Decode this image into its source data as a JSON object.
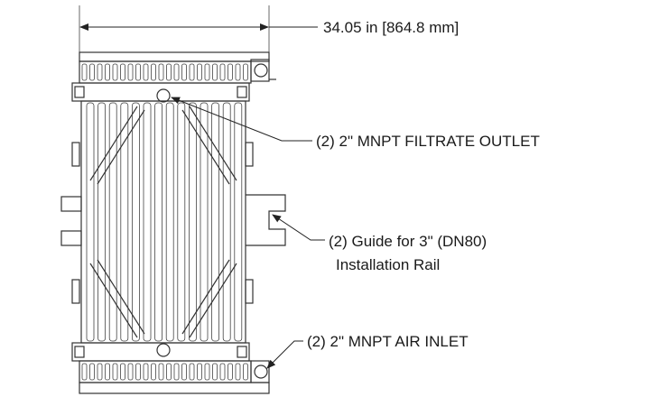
{
  "dimension": {
    "overall_width": "34.05 in [864.8 mm]"
  },
  "callouts": {
    "filtrate_outlet": "(2) 2\" MNPT FILTRATE OUTLET",
    "guide_line1": "(2) Guide for 3\" (DN80)",
    "guide_line2": "Installation Rail",
    "air_inlet": "(2) 2\" MNPT AIR INLET"
  }
}
